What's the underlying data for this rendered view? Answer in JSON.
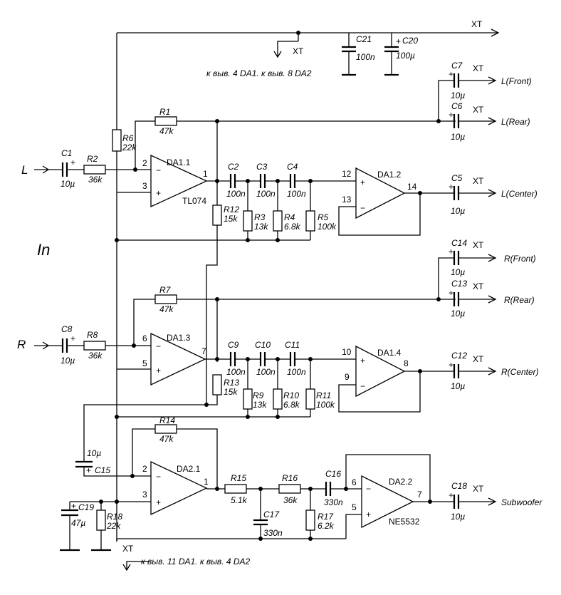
{
  "connectors": {
    "xt_power_top": "XT",
    "xt_supply_note": "XT",
    "xt_ground_bottom": "XT",
    "xt_l_front": "XT",
    "xt_l_rear": "XT",
    "xt_l_center": "XT",
    "xt_r_front": "XT",
    "xt_r_rear": "XT",
    "xt_r_center": "XT",
    "xt_subwoofer": "XT"
  },
  "notes": {
    "supply_note": "к выв. 4 DA1. к выв. 8 DA2",
    "ground_note": "к выв. 11 DA1. к выв. 4 DA2",
    "input_title": "In"
  },
  "inputs": {
    "left": "L",
    "right": "R"
  },
  "outputs": {
    "l_front": "L(Front)",
    "l_rear": "L(Rear)",
    "l_center": "L(Center)",
    "r_front": "R(Front)",
    "r_rear": "R(Rear)",
    "r_center": "R(Center)",
    "subwoofer": "Subwoofer"
  },
  "opamps": {
    "da11": {
      "name": "DA1.1",
      "type": "TL074",
      "pin_inv": "2",
      "pin_noninv": "3",
      "pin_out": "1"
    },
    "da12": {
      "name": "DA1.2",
      "pin_noninv": "12",
      "pin_inv": "13",
      "pin_out": "14"
    },
    "da13": {
      "name": "DA1.3",
      "pin_inv": "6",
      "pin_noninv": "5",
      "pin_out": "7"
    },
    "da14": {
      "name": "DA1.4",
      "pin_noninv": "10",
      "pin_inv": "9",
      "pin_out": "8"
    },
    "da21": {
      "name": "DA2.1",
      "pin_inv": "2",
      "pin_noninv": "3",
      "pin_out": "1"
    },
    "da22": {
      "name": "DA2.2",
      "type": "NE5532",
      "pin_inv": "6",
      "pin_noninv": "5",
      "pin_out": "7"
    }
  },
  "resistors": {
    "r1": {
      "ref": "R1",
      "value": "47k"
    },
    "r2": {
      "ref": "R2",
      "value": "36k"
    },
    "r3": {
      "ref": "R3",
      "value": "13k"
    },
    "r4": {
      "ref": "R4",
      "value": "6.8k"
    },
    "r5": {
      "ref": "R5",
      "value": "100k"
    },
    "r6": {
      "ref": "R6",
      "value": "22k"
    },
    "r7": {
      "ref": "R7",
      "value": "47k"
    },
    "r8": {
      "ref": "R8",
      "value": "36k"
    },
    "r9": {
      "ref": "R9",
      "value": "13k"
    },
    "r10": {
      "ref": "R10",
      "value": "6.8k"
    },
    "r11": {
      "ref": "R11",
      "value": "100k"
    },
    "r12": {
      "ref": "R12",
      "value": "15k"
    },
    "r13": {
      "ref": "R13",
      "value": "15k"
    },
    "r14": {
      "ref": "R14",
      "value": "47k"
    },
    "r15": {
      "ref": "R15",
      "value": "5.1k"
    },
    "r16": {
      "ref": "R16",
      "value": "36k"
    },
    "r17": {
      "ref": "R17",
      "value": "6.2k"
    },
    "r18": {
      "ref": "R18",
      "value": "22k"
    }
  },
  "capacitors": {
    "c1": {
      "ref": "C1",
      "value": "10µ"
    },
    "c2": {
      "ref": "C2",
      "value": "100n"
    },
    "c3": {
      "ref": "C3",
      "value": "100n"
    },
    "c4": {
      "ref": "C4",
      "value": "100n"
    },
    "c5": {
      "ref": "C5",
      "value": "10µ"
    },
    "c6": {
      "ref": "C6",
      "value": "10µ"
    },
    "c7": {
      "ref": "C7",
      "value": "10µ"
    },
    "c8": {
      "ref": "C8",
      "value": "10µ"
    },
    "c9": {
      "ref": "C9",
      "value": "100n"
    },
    "c10": {
      "ref": "C10",
      "value": "100n"
    },
    "c11": {
      "ref": "C11",
      "value": "100n"
    },
    "c12": {
      "ref": "C12",
      "value": "10µ"
    },
    "c13": {
      "ref": "C13",
      "value": "10µ"
    },
    "c14": {
      "ref": "C14",
      "value": "10µ"
    },
    "c15": {
      "ref": "C15",
      "value": "10µ"
    },
    "c16": {
      "ref": "C16",
      "value": "330n"
    },
    "c17": {
      "ref": "C17",
      "value": "330n"
    },
    "c18": {
      "ref": "C18",
      "value": "10µ"
    },
    "c19": {
      "ref": "C19",
      "value": "47µ"
    },
    "c20": {
      "ref": "C20",
      "value": "100µ"
    },
    "c21": {
      "ref": "C21",
      "value": "100n"
    }
  },
  "polarity_mark": "+"
}
